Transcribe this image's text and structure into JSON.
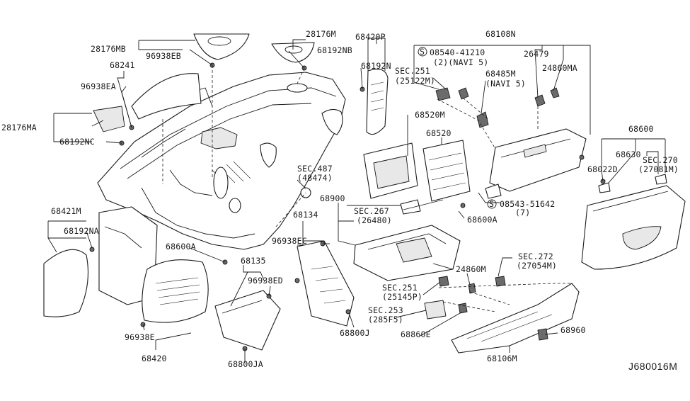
{
  "diagram_id": "J680016M",
  "labels": {
    "l_28176MB": "28176MB",
    "l_96938EB": "96938EB",
    "l_28176M": "28176M",
    "l_68192NB": "68192NB",
    "l_68420P": "68420P",
    "l_68192N": "68192N",
    "l_68108N": "68108N",
    "l_08540": "08540-41210",
    "l_08540_q": "(2)(NAVI 5)",
    "l_26479": "26479",
    "l_24860MA": "24860MA",
    "l_68485M": "68485M",
    "l_68485M_q": "(NAVI 5)",
    "l_sec251a": "SEC.251",
    "l_sec251a_q": "(25122M)",
    "l_68241": "68241",
    "l_96938EA": "96938EA",
    "l_28176MA": "28176MA",
    "l_68192NC": "68192NC",
    "l_68520M": "68520M",
    "l_68520": "68520",
    "l_sec487": "SEC.487",
    "l_sec487_q": "(48474)",
    "l_68600": "68600",
    "l_68630": "68630",
    "l_sec270": "SEC.270",
    "l_sec270_q": "(27081M)",
    "l_68022D": "68022D",
    "l_08543": "08543-51642",
    "l_08543_q": "(7)",
    "l_68900": "68900",
    "l_sec267": "SEC.267",
    "l_sec267_q": "(26480)",
    "l_68600A_r": "68600A",
    "l_68421M": "68421M",
    "l_68192NA": "68192NA",
    "l_68134": "68134",
    "l_96938EC": "96938EC",
    "l_68600A_l": "68600A",
    "l_68135": "68135",
    "l_96938ED": "96938ED",
    "l_sec272": "SEC.272",
    "l_sec272_q": "(27054M)",
    "l_24860M": "24860M",
    "l_sec251b": "SEC.251",
    "l_sec251b_q": "(25145P)",
    "l_sec253": "SEC.253",
    "l_sec253_q": "(285F5)",
    "l_68800J": "68800J",
    "l_68860E": "68860E",
    "l_68960": "68960",
    "l_96938E": "96938E",
    "l_68420": "68420",
    "l_68800JA": "68800JA",
    "l_68106M": "68106M"
  },
  "symbols": {
    "screw_symbol": "S"
  },
  "colors": {
    "line": "#1a1a1a",
    "background": "#ffffff",
    "shade_light": "#e8e8e8",
    "shade_dark": "#6b6b6b"
  }
}
